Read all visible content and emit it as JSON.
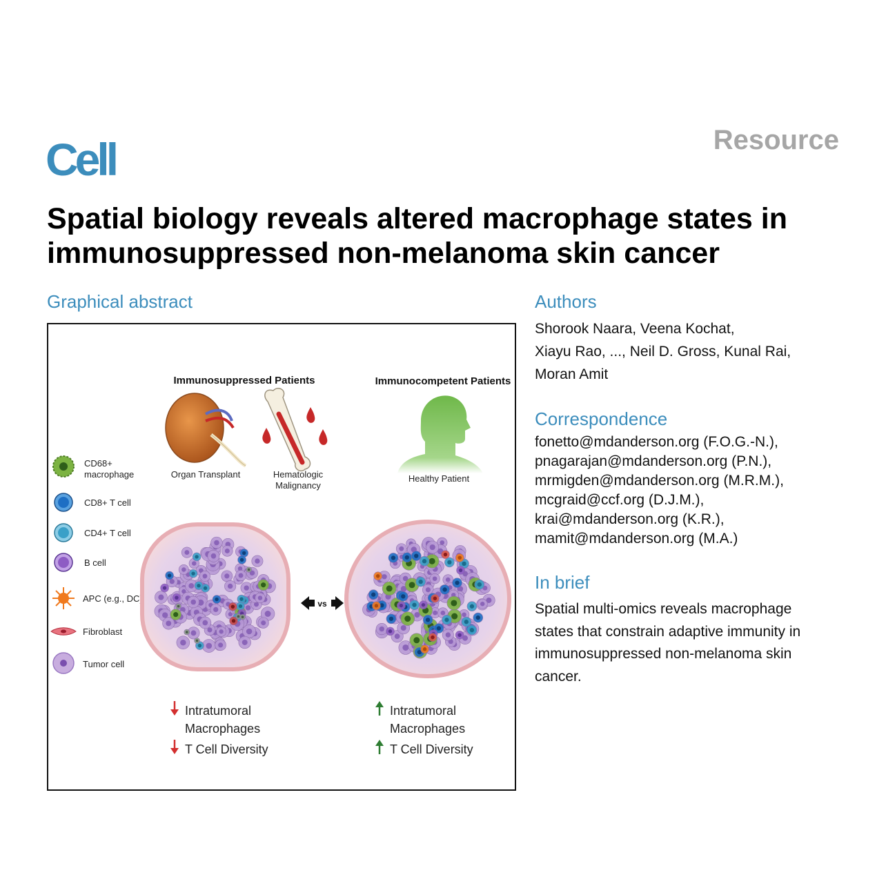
{
  "header": {
    "journal": "Cell",
    "article_type": "Resource"
  },
  "title": "Spatial biology reveals altered macrophage states in immunosuppressed non-melanoma skin cancer",
  "graphical_abstract": {
    "heading": "Graphical abstract",
    "left_group": "Immunosuppressed Patients",
    "right_group": "Immunocompetent Patients",
    "organ_label": "Organ Transplant",
    "heme_label_1": "Hematologic",
    "heme_label_2": "Malignancy",
    "healthy_label": "Healthy Patient",
    "vs_label": "vs",
    "legend": [
      {
        "label": "CD68+",
        "label2": "macrophage",
        "icon": "macrophage-icon"
      },
      {
        "label": "CD8+ T cell",
        "label2": "",
        "icon": "cd8-t-cell-icon"
      },
      {
        "label": "CD4+ T cell",
        "label2": "",
        "icon": "cd4-t-cell-icon"
      },
      {
        "label": "B cell",
        "label2": "",
        "icon": "b-cell-icon"
      },
      {
        "label": "APC (e.g., DC)",
        "label2": "",
        "icon": "apc-icon"
      },
      {
        "label": "Fibroblast",
        "label2": "",
        "icon": "fibroblast-icon"
      },
      {
        "label": "Tumor cell",
        "label2": "",
        "icon": "tumor-cell-icon"
      }
    ],
    "left_outcomes": {
      "line1": "Intratumoral",
      "line2": "Macrophages",
      "line3": "T Cell Diversity",
      "direction": "down"
    },
    "right_outcomes": {
      "line1": "Intratumoral",
      "line2": "Macrophages",
      "line3": "T Cell Diversity",
      "direction": "up"
    },
    "colors": {
      "macrophage": "#7cb342",
      "cd8": "#1e6fc4",
      "cd4": "#3aa0c8",
      "bcell": "#8e5cc4",
      "apc": "#f07a1e",
      "fibroblast": "#d9485a",
      "tumor": "#b89ad6",
      "down_arrow": "#d32f2f",
      "up_arrow": "#2e7d32"
    }
  },
  "authors": {
    "heading": "Authors",
    "lines": [
      "Shorook Naara, Veena Kochat,",
      "Xiayu Rao, ..., Neil D. Gross, Kunal Rai,",
      "Moran Amit"
    ]
  },
  "correspondence": {
    "heading": "Correspondence",
    "lines": [
      "fonetto@mdanderson.org (F.O.G.-N.),",
      "pnagarajan@mdanderson.org (P.N.),",
      "mrmigden@mdanderson.org (M.R.M.),",
      "mcgraid@ccf.org (D.J.M.),",
      "krai@mdanderson.org (K.R.),",
      "mamit@mdanderson.org (M.A.)"
    ]
  },
  "in_brief": {
    "heading": "In brief",
    "lines": [
      "Spatial multi-omics reveals macrophage",
      "states that constrain adaptive immunity in",
      "immunosuppressed non-melanoma skin",
      "cancer."
    ]
  }
}
